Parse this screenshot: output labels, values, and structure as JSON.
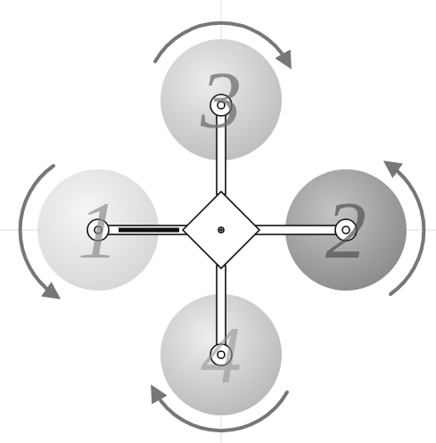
{
  "diagram": {
    "nodes": [
      {
        "text": [
          "3"
        ]
      },
      {
        "text": [
          "1"
        ]
      },
      {
        "text": [
          "2"
        ]
      },
      {
        "text": [
          "4"
        ]
      }
    ]
  }
}
